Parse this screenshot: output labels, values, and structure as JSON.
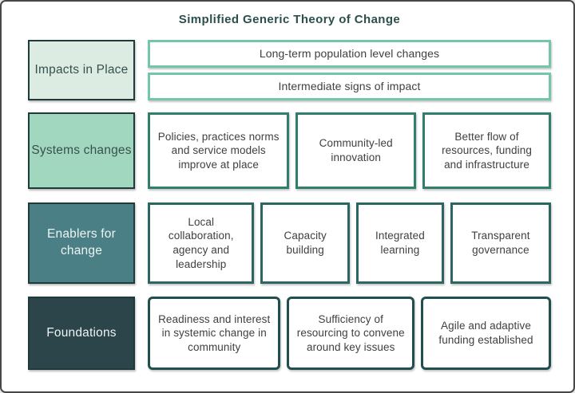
{
  "title": "Simplified Generic Theory of Change",
  "colors": {
    "title_text": "#2b4f4b",
    "label_border": "#1d3c39",
    "impacts_label_bg": "#dcece2",
    "systems_label_bg": "#a2d7bf",
    "enablers_label_bg": "#4b7f86",
    "foundations_label_bg": "#2b454a",
    "impacts_box_border": "#73c6ab",
    "systems_box_border": "#2e7f6b",
    "enablers_box_border": "#2b6661",
    "foundations_box_border": "#214f4e"
  },
  "rows": [
    {
      "label": "Impacts in Place",
      "boxes": [
        "Long-term population level changes",
        "Intermediate signs of impact"
      ]
    },
    {
      "label": "Systems changes",
      "boxes": [
        "Policies, practices norms and service models improve at place",
        "Community-led innovation",
        "Better flow of resources, funding and infrastructure"
      ]
    },
    {
      "label": "Enablers for change",
      "boxes": [
        "Local collaboration, agency and leadership",
        "Capacity building",
        "Integrated learning",
        "Transparent governance"
      ]
    },
    {
      "label": "Foundations",
      "boxes": [
        "Readiness and interest in systemic change in community",
        "Sufficiency of resourcing to convene around key issues",
        "Agile and adaptive funding established"
      ]
    }
  ]
}
